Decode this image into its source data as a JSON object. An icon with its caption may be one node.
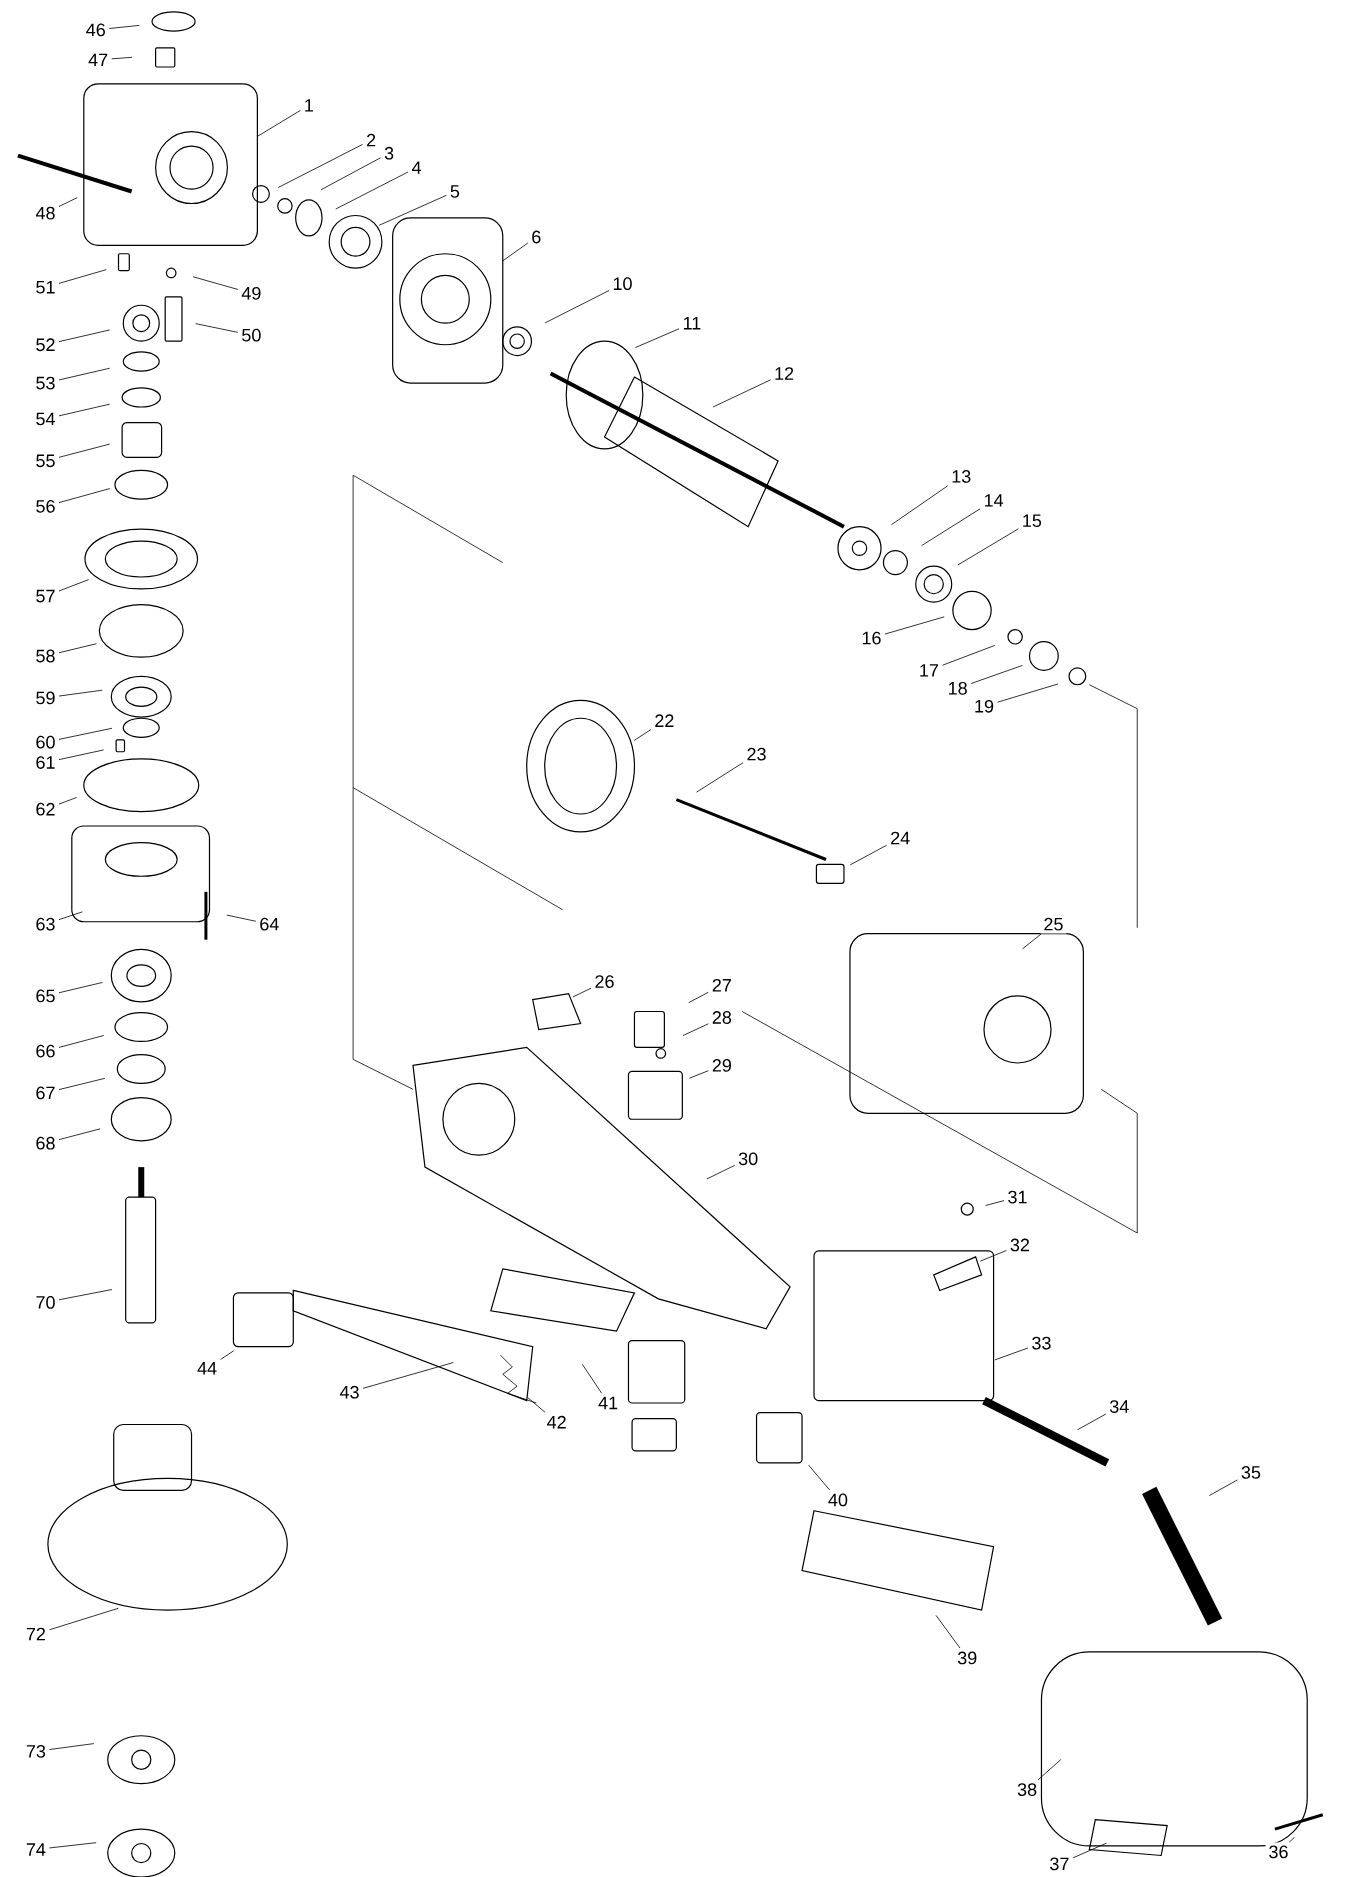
{
  "diagram": {
    "nodes": [
      {
        "text": [
          "46"
        ]
      },
      {
        "text": [
          "47"
        ]
      },
      {
        "text": [
          "1"
        ]
      },
      {
        "text": [
          "2"
        ]
      },
      {
        "text": [
          "3"
        ]
      },
      {
        "text": [
          "4"
        ]
      },
      {
        "text": [
          "5"
        ]
      },
      {
        "text": [
          "48"
        ]
      },
      {
        "text": [
          "6"
        ]
      },
      {
        "text": [
          "51"
        ]
      },
      {
        "text": [
          "10"
        ]
      },
      {
        "text": [
          "49"
        ]
      },
      {
        "text": [
          "11"
        ]
      },
      {
        "text": [
          "52"
        ]
      },
      {
        "text": [
          "50"
        ]
      },
      {
        "text": [
          "53"
        ]
      },
      {
        "text": [
          "12"
        ]
      },
      {
        "text": [
          "54"
        ]
      },
      {
        "text": [
          "55"
        ]
      },
      {
        "text": [
          "13"
        ]
      },
      {
        "text": [
          "14"
        ]
      },
      {
        "text": [
          "56"
        ]
      },
      {
        "text": [
          "15"
        ]
      },
      {
        "text": [
          "57"
        ]
      },
      {
        "text": [
          "16"
        ]
      },
      {
        "text": [
          "58"
        ]
      },
      {
        "text": [
          "17"
        ]
      },
      {
        "text": [
          "18"
        ]
      },
      {
        "text": [
          "59"
        ]
      },
      {
        "text": [
          "19"
        ]
      },
      {
        "text": [
          "22"
        ]
      },
      {
        "text": [
          "60"
        ]
      },
      {
        "text": [
          "23"
        ]
      },
      {
        "text": [
          "61"
        ]
      },
      {
        "text": [
          "62"
        ]
      },
      {
        "text": [
          "24"
        ]
      },
      {
        "text": [
          "63"
        ]
      },
      {
        "text": [
          "64"
        ]
      },
      {
        "text": [
          "25"
        ]
      },
      {
        "text": [
          "26"
        ]
      },
      {
        "text": [
          "27"
        ]
      },
      {
        "text": [
          "65"
        ]
      },
      {
        "text": [
          "28"
        ]
      },
      {
        "text": [
          "66"
        ]
      },
      {
        "text": [
          "29"
        ]
      },
      {
        "text": [
          "67"
        ]
      },
      {
        "text": [
          "68"
        ]
      },
      {
        "text": [
          "30"
        ]
      },
      {
        "text": [
          "31"
        ]
      },
      {
        "text": [
          "32"
        ]
      },
      {
        "text": [
          "70"
        ]
      },
      {
        "text": [
          "33"
        ]
      },
      {
        "text": [
          "44"
        ]
      },
      {
        "text": [
          "43"
        ]
      },
      {
        "text": [
          "41"
        ]
      },
      {
        "text": [
          "34"
        ]
      },
      {
        "text": [
          "42"
        ]
      },
      {
        "text": [
          "35"
        ]
      },
      {
        "text": [
          "40"
        ]
      },
      {
        "text": [
          "72"
        ]
      },
      {
        "text": [
          "39"
        ]
      },
      {
        "text": [
          "73"
        ]
      },
      {
        "text": [
          "38"
        ]
      },
      {
        "text": [
          "74"
        ]
      },
      {
        "text": [
          "36"
        ]
      },
      {
        "text": [
          "37"
        ]
      }
    ],
    "edges": [
      {
        "from": 0,
        "to": null,
        "arrow": "none"
      },
      {
        "from": 1,
        "to": null,
        "arrow": "none"
      },
      {
        "from": 2,
        "to": null,
        "arrow": "none"
      },
      {
        "from": 3,
        "to": null,
        "arrow": "none"
      },
      {
        "from": 4,
        "to": null,
        "arrow": "none"
      },
      {
        "from": 5,
        "to": null,
        "arrow": "none"
      },
      {
        "from": 6,
        "to": null,
        "arrow": "none"
      },
      {
        "from": 7,
        "to": null,
        "arrow": "none"
      },
      {
        "from": 8,
        "to": null,
        "arrow": "none"
      },
      {
        "from": 9,
        "to": null,
        "arrow": "none"
      },
      {
        "from": 10,
        "to": null,
        "arrow": "none"
      },
      {
        "from": 11,
        "to": null,
        "arrow": "none"
      },
      {
        "from": 12,
        "to": null,
        "arrow": "none"
      },
      {
        "from": 13,
        "to": null,
        "arrow": "none"
      },
      {
        "from": 14,
        "to": null,
        "arrow": "none"
      },
      {
        "from": 15,
        "to": null,
        "arrow": "none"
      },
      {
        "from": 16,
        "to": null,
        "arrow": "none"
      },
      {
        "from": 17,
        "to": null,
        "arrow": "none"
      },
      {
        "from": 18,
        "to": null,
        "arrow": "none"
      },
      {
        "from": 19,
        "to": null,
        "arrow": "none"
      },
      {
        "from": 20,
        "to": null,
        "arrow": "none"
      },
      {
        "from": 21,
        "to": null,
        "arrow": "none"
      },
      {
        "from": 22,
        "to": null,
        "arrow": "none"
      },
      {
        "from": 23,
        "to": null,
        "arrow": "none"
      },
      {
        "from": 24,
        "to": null,
        "arrow": "none"
      },
      {
        "from": 25,
        "to": null,
        "arrow": "none"
      },
      {
        "from": 26,
        "to": null,
        "arrow": "none"
      },
      {
        "from": 27,
        "to": null,
        "arrow": "none"
      },
      {
        "from": 28,
        "to": null,
        "arrow": "none"
      },
      {
        "from": 29,
        "to": null,
        "arrow": "none"
      },
      {
        "from": 30,
        "to": null,
        "arrow": "none"
      },
      {
        "from": 31,
        "to": null,
        "arrow": "none"
      },
      {
        "from": 32,
        "to": null,
        "arrow": "none"
      },
      {
        "from": 33,
        "to": null,
        "arrow": "none"
      },
      {
        "from": 34,
        "to": null,
        "arrow": "none"
      },
      {
        "from": 35,
        "to": null,
        "arrow": "none"
      },
      {
        "from": 36,
        "to": null,
        "arrow": "none"
      },
      {
        "from": 37,
        "to": null,
        "arrow": "none"
      },
      {
        "from": 38,
        "to": null,
        "arrow": "none"
      },
      {
        "from": 39,
        "to": null,
        "arrow": "none"
      },
      {
        "from": 40,
        "to": null,
        "arrow": "none"
      },
      {
        "from": 41,
        "to": null,
        "arrow": "none"
      },
      {
        "from": 42,
        "to": null,
        "arrow": "none"
      },
      {
        "from": 43,
        "to": null,
        "arrow": "none"
      },
      {
        "from": 44,
        "to": null,
        "arrow": "none"
      },
      {
        "from": 45,
        "to": null,
        "arrow": "none"
      },
      {
        "from": 46,
        "to": null,
        "arrow": "none"
      },
      {
        "from": 47,
        "to": null,
        "arrow": "none"
      },
      {
        "from": 48,
        "to": null,
        "arrow": "none"
      },
      {
        "from": 49,
        "to": null,
        "arrow": "none"
      },
      {
        "from": 50,
        "to": null,
        "arrow": "none"
      },
      {
        "from": 51,
        "to": null,
        "arrow": "none"
      },
      {
        "from": 52,
        "to": null,
        "arrow": "none"
      },
      {
        "from": 53,
        "to": null,
        "arrow": "none"
      },
      {
        "from": 54,
        "to": null,
        "arrow": "none"
      },
      {
        "from": 55,
        "to": null,
        "arrow": "none"
      },
      {
        "from": 56,
        "to": null,
        "arrow": "none"
      },
      {
        "from": 57,
        "to": null,
        "arrow": "none"
      },
      {
        "from": 58,
        "to": null,
        "arrow": "none"
      },
      {
        "from": 59,
        "to": null,
        "arrow": "none"
      },
      {
        "from": 60,
        "to": null,
        "arrow": "none"
      },
      {
        "from": 61,
        "to": null,
        "arrow": "none"
      },
      {
        "from": 62,
        "to": null,
        "arrow": "none"
      },
      {
        "from": 63,
        "to": null,
        "arrow": "none"
      },
      {
        "from": 64,
        "to": null,
        "arrow": "none"
      },
      {
        "from": 65,
        "to": null,
        "arrow": "none"
      }
    ]
  }
}
